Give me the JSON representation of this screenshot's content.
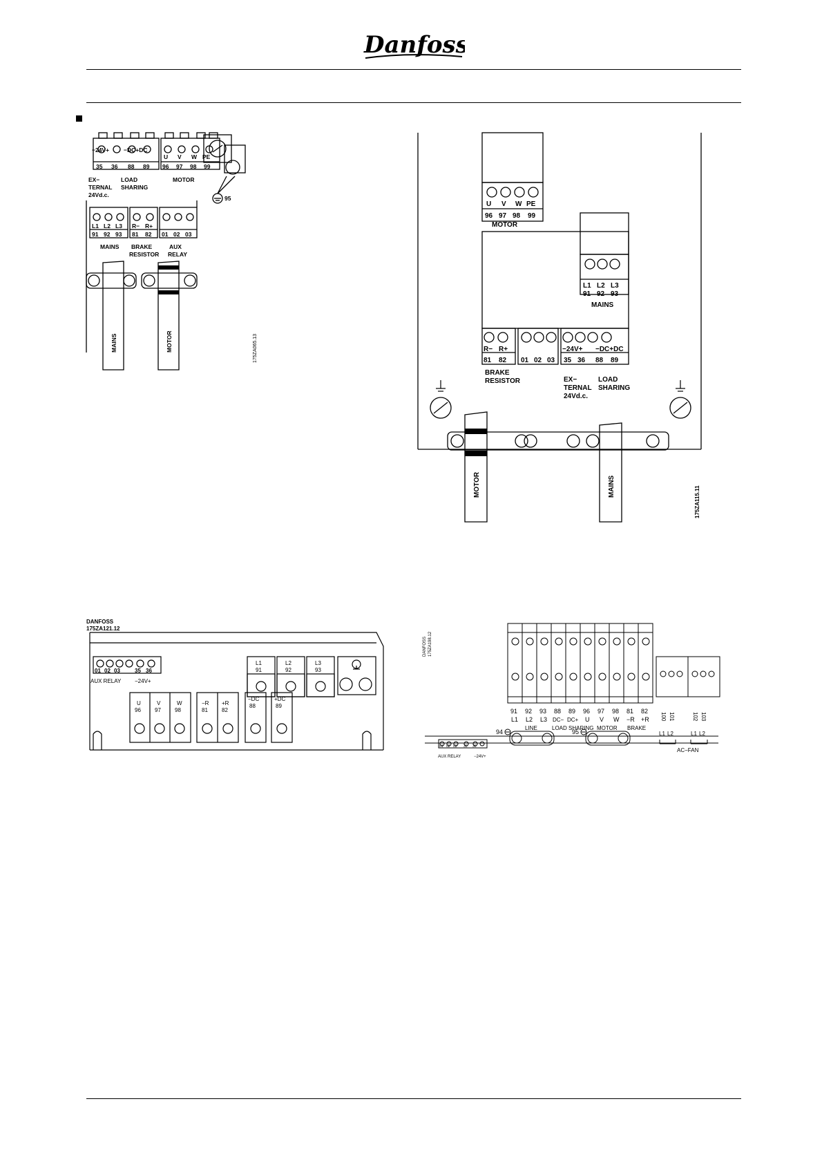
{
  "header": {
    "logo_text": "Danfoss"
  },
  "fig1": {
    "code": "175ZA065.13",
    "top_labels": [
      "−24V+",
      "−DC+DC",
      "U",
      "V",
      "W",
      "PE"
    ],
    "top_numbers": [
      "35",
      "36",
      "88",
      "89",
      "96",
      "97",
      "98",
      "99"
    ],
    "external": [
      "EX−",
      "TERNAL",
      "24Vd.c."
    ],
    "load_sharing": [
      "LOAD",
      "SHARING"
    ],
    "motor": "MOTOR",
    "ground_no": "95",
    "mid_labels": [
      "L1",
      "L2",
      "L3",
      "R−",
      "R+"
    ],
    "mid_numbers": [
      "91",
      "92",
      "93",
      "81",
      "82",
      "01",
      "02",
      "03"
    ],
    "mains": "MAINS",
    "brake": [
      "BRAKE",
      "RESISTOR"
    ],
    "aux": [
      "AUX",
      "RELAY"
    ],
    "cable_mains": "MAINS",
    "cable_motor": "MOTOR"
  },
  "fig2": {
    "code": "175ZA115.11",
    "motor_labels": [
      "U",
      "V",
      "W",
      "PE"
    ],
    "motor_numbers": [
      "96",
      "97",
      "98",
      "99"
    ],
    "motor": "MOTOR",
    "mains_labels": [
      "L1",
      "L2",
      "L3"
    ],
    "mains_numbers": [
      "91",
      "92",
      "93"
    ],
    "mains": "MAINS",
    "bottom_labels": [
      "R−",
      "R+",
      "−24V+",
      "−DC+DC"
    ],
    "bottom_numbers": [
      "81",
      "82",
      "01",
      "02",
      "03",
      "35",
      "36",
      "88",
      "89"
    ],
    "brake": [
      "BRAKE",
      "RESISTOR"
    ],
    "external": [
      "EX−",
      "TERNAL",
      "24Vd.c."
    ],
    "load_sharing": [
      "LOAD",
      "SHARING"
    ],
    "cable_motor": "MOTOR",
    "cable_mains": "MAINS"
  },
  "fig3": {
    "brand": "DANFOSS",
    "code": "175ZA121.12",
    "aux_numbers": [
      "01",
      "02",
      "03",
      "35",
      "36"
    ],
    "aux_relay": "AUX  RELAY",
    "v24": "−24V+",
    "mains_terminals": [
      [
        "L1",
        "91"
      ],
      [
        "L2",
        "92"
      ],
      [
        "L3",
        "93"
      ]
    ],
    "motor_terminals": [
      [
        "U",
        "96"
      ],
      [
        "V",
        "97"
      ],
      [
        "W",
        "98"
      ]
    ],
    "brake_terminals": [
      [
        "−R",
        "81"
      ],
      [
        "+R",
        "82"
      ]
    ],
    "dc_terminals": [
      [
        "−DC",
        "88"
      ],
      [
        "+DC",
        "89"
      ]
    ]
  },
  "fig4": {
    "brand": "DANFOSS",
    "code": "175ZA198.12",
    "numbers": [
      "91",
      "92",
      "93",
      "88",
      "89",
      "96",
      "97",
      "98",
      "81",
      "82"
    ],
    "labels": [
      "L1",
      "L2",
      "L3",
      "DC−",
      "DC+",
      "U",
      "V",
      "W",
      "−R",
      "+R"
    ],
    "group_line": "LINE",
    "group_load": "LOAD  SHARING",
    "group_motor": "MOTOR",
    "group_brake": "BRAKE",
    "fan_numbers": [
      "100",
      "101",
      "102",
      "103"
    ],
    "fan_labels": [
      "L1",
      "L2",
      "L1",
      "L2"
    ],
    "ac_fan": "AC−FAN",
    "ground_94": "94",
    "ground_95": "95",
    "aux_numbers": [
      "01",
      "02",
      "03",
      "35",
      "36"
    ],
    "aux_relay": "AUX  RELAY",
    "v24": "−24V+"
  }
}
